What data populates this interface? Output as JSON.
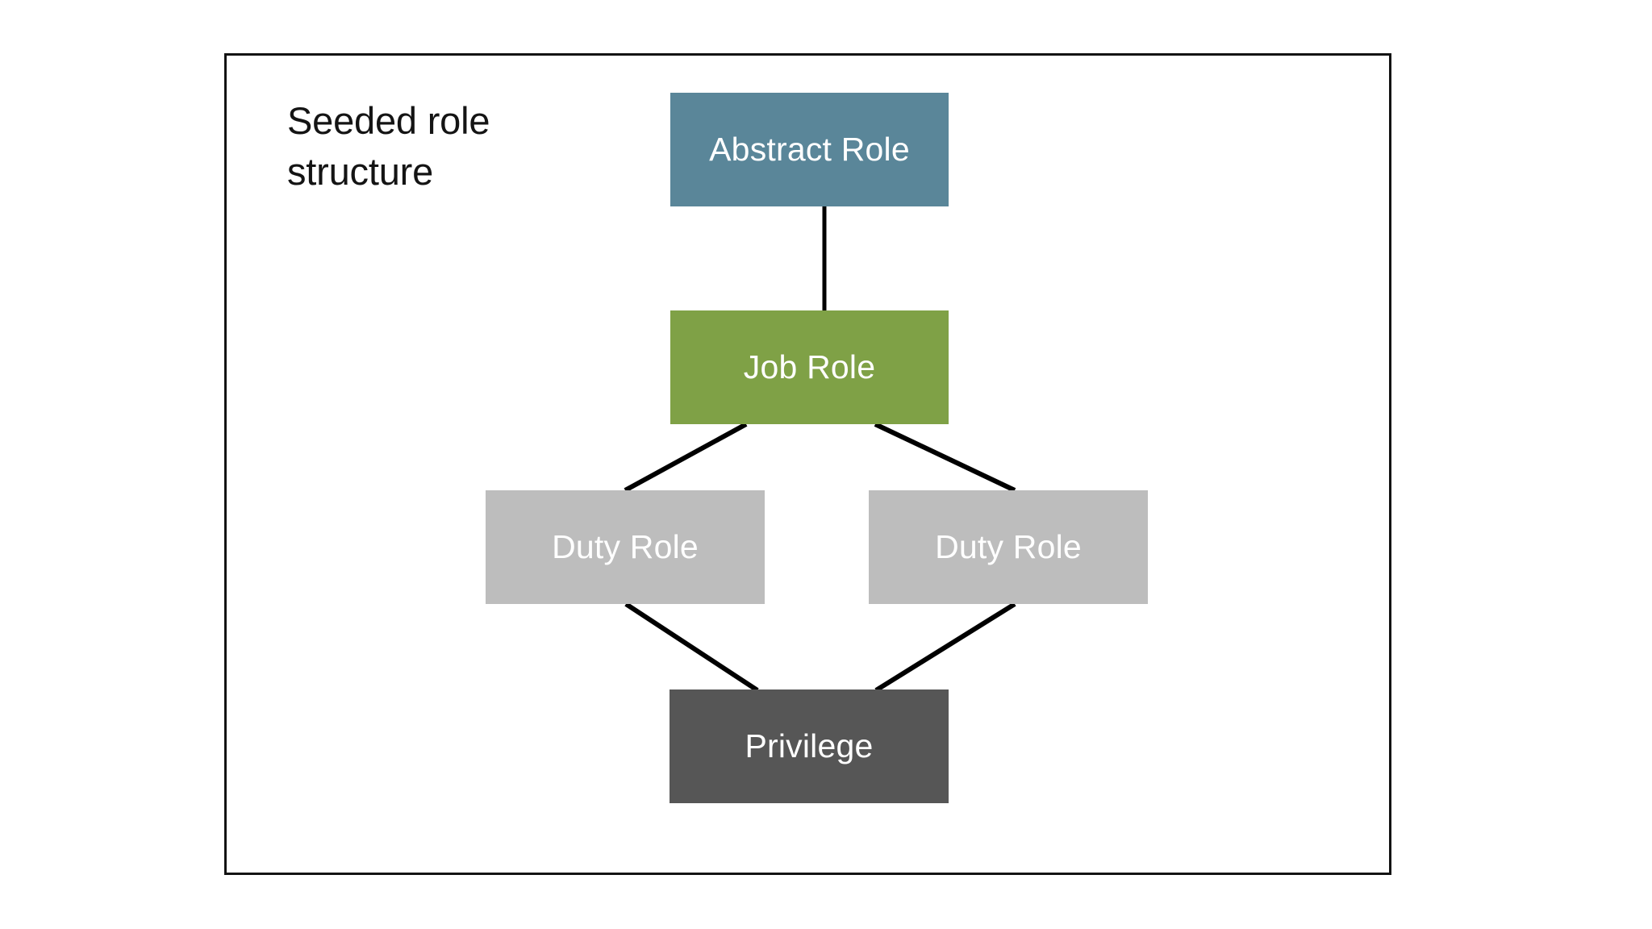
{
  "diagram": {
    "title": "Seeded role structure",
    "title_lines": "Seeded role\nstructure",
    "frame_border_color": "#131313",
    "background_color": "#ffffff",
    "connector_color": "#000000",
    "nodes": [
      {
        "id": "abstract-role",
        "label": "Abstract Role",
        "color": "#5a8699",
        "text_color": "#ffffff",
        "level": 1
      },
      {
        "id": "job-role",
        "label": "Job Role",
        "color": "#7fa146",
        "text_color": "#ffffff",
        "level": 2
      },
      {
        "id": "duty-role-left",
        "label": "Duty Role",
        "color": "#bdbdbd",
        "text_color": "#ffffff",
        "level": 3
      },
      {
        "id": "duty-role-right",
        "label": "Duty Role",
        "color": "#bdbdbd",
        "text_color": "#ffffff",
        "level": 3
      },
      {
        "id": "privilege",
        "label": "Privilege",
        "color": "#565656",
        "text_color": "#ffffff",
        "level": 4
      }
    ],
    "edges": [
      {
        "from": "abstract-role",
        "to": "job-role"
      },
      {
        "from": "job-role",
        "to": "duty-role-left"
      },
      {
        "from": "job-role",
        "to": "duty-role-right"
      },
      {
        "from": "duty-role-left",
        "to": "privilege"
      },
      {
        "from": "duty-role-right",
        "to": "privilege"
      }
    ]
  }
}
